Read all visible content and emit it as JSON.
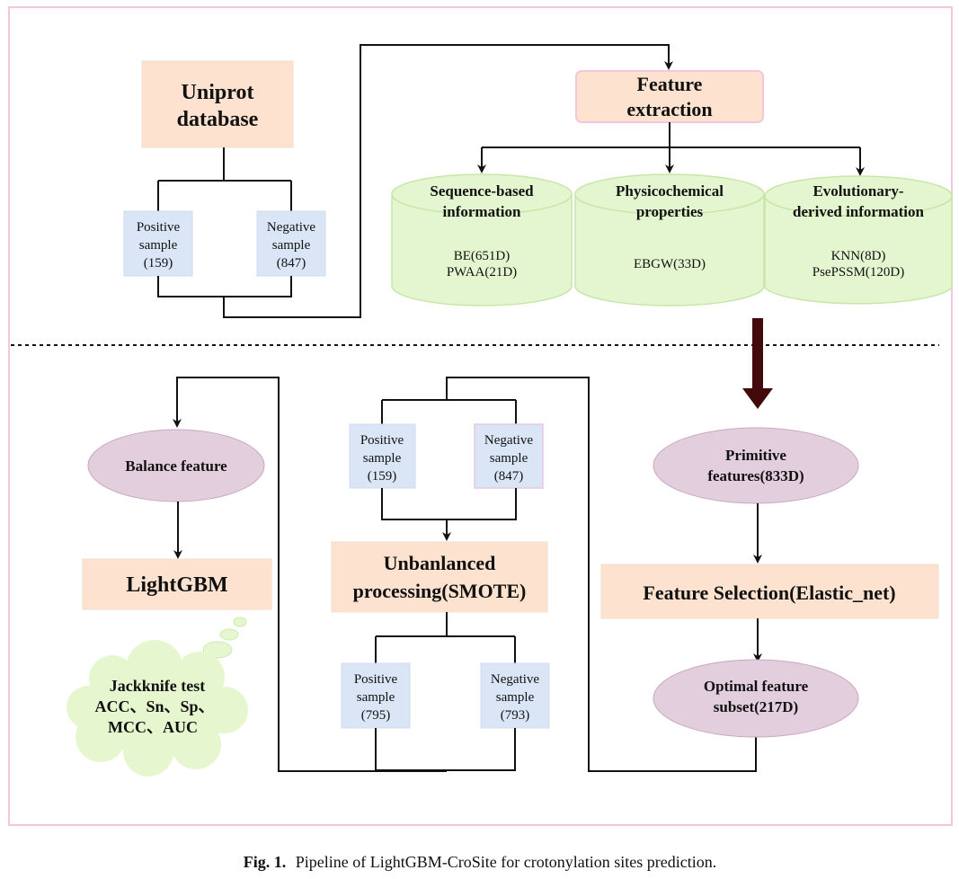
{
  "colors": {
    "frame": "#f4c6dc",
    "peach_box": "#fde3cf",
    "blue_box": "#dae6f5",
    "green_cylinder": "#e4f6cf",
    "green_cylinder_edge": "#c7e6a8",
    "ellipse_fill": "#e3cede",
    "ellipse_edge": "#c8a9c0",
    "cloud_fill": "#e6f7cf",
    "big_arrow": "#420a0a",
    "line": "#111111"
  },
  "top": {
    "uniprot": [
      "Uniprot",
      "database"
    ],
    "positive": [
      "Positive",
      "sample",
      "(159)"
    ],
    "negative": [
      "Negative",
      "sample",
      "(847)"
    ],
    "feature_extraction": [
      "Feature",
      "extraction"
    ],
    "cylinders": [
      {
        "title": [
          "Sequence-based",
          "information"
        ],
        "body": [
          "BE(651D)",
          "PWAA(21D)"
        ]
      },
      {
        "title": [
          "Physicochemical",
          "properties"
        ],
        "body": [
          "EBGW(33D)"
        ]
      },
      {
        "title": [
          "Evolutionary-",
          "derived information"
        ],
        "body": [
          "KNN(8D)",
          "PsePSSM(120D)"
        ]
      }
    ]
  },
  "bottom": {
    "balance_feature": "Balance feature",
    "lightgbm": "LightGBM",
    "jackknife": [
      "Jackknife test",
      "ACC、Sn、Sp、",
      "MCC、AUC"
    ],
    "positive_in": [
      "Positive",
      "sample",
      "(159)"
    ],
    "negative_in": [
      "Negative",
      "sample",
      "(847)"
    ],
    "smote": [
      "Unbanlanced",
      "processing(SMOTE)"
    ],
    "positive_out": [
      "Positive",
      "sample",
      "(795)"
    ],
    "negative_out": [
      "Negative",
      "sample",
      "(793)"
    ],
    "primitive": [
      "Primitive",
      "features(833D)"
    ],
    "feature_selection": "Feature Selection(Elastic_net)",
    "optimal": [
      "Optimal feature",
      "subset(217D)"
    ]
  },
  "caption": {
    "label": "Fig. 1.",
    "text": "Pipeline of LightGBM-CroSite for crotonylation sites prediction."
  }
}
